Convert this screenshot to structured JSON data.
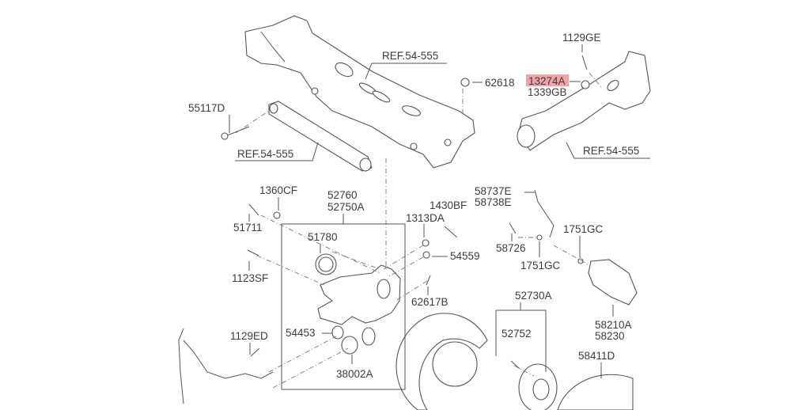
{
  "diagram": {
    "highlight_color": "#f2a3a3",
    "refs": [
      "REF.54-555",
      "REF.54-555",
      "REF.54-555"
    ],
    "labels": {
      "p62618": "62618",
      "p55117D": "55117D",
      "p1129GE": "1129GE",
      "p13274A": "13274A",
      "p1339GB": "1339GB",
      "p1360CF": "1360CF",
      "p52760": "52760",
      "p52750A": "52750A",
      "p1430BF": "1430BF",
      "p58737E": "58737E",
      "p58738E": "58738E",
      "p51711": "51711",
      "p1313DA": "1313DA",
      "p51780": "51780",
      "p1751GC_a": "1751GC",
      "p54559": "54559",
      "p58726": "58726",
      "p1751GC_b": "1751GC",
      "p1123SF": "1123SF",
      "p62617B": "62617B",
      "p52730A": "52730A",
      "p54453": "54453",
      "p1129ED": "1129ED",
      "p52752": "52752",
      "p58210A": "58210A",
      "p58230": "58230",
      "p58411D": "58411D",
      "p38002A": "38002A"
    }
  }
}
